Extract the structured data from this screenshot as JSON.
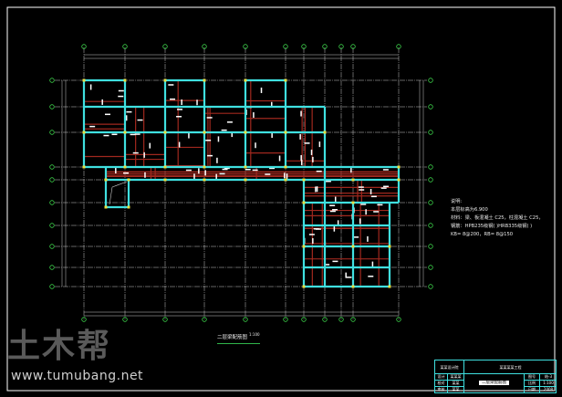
{
  "drawing": {
    "caption": "二层梁配筋图",
    "caption_scale": "1:100",
    "notes": [
      "说明:",
      "本层标高为6.900",
      "材料：梁、板混凝土 C25，柱混凝土 C25，",
      "钢筋：HPB235级钢( )HRB335级钢( )",
      "KB= 8@200，RB= 8@150"
    ],
    "colors": {
      "beam_outline": "#3fe0e0",
      "rebar": "#a0281e",
      "grid": "#c8c8c8",
      "axis_bubble": "#3cd24a",
      "column": "#e8e040"
    }
  },
  "title_block": {
    "company": "某某设计院",
    "project": "某某某某工程",
    "drawing_name": "二层梁配筋图",
    "rows": [
      {
        "label": "设计",
        "value": "某某某"
      },
      {
        "label": "校对",
        "value": "某某"
      },
      {
        "label": "审核",
        "value": "某某"
      }
    ],
    "right_rows": [
      {
        "label": "图号",
        "value": "结-3"
      },
      {
        "label": "比例",
        "value": "1:100"
      },
      {
        "label": "日期",
        "value": "2008"
      }
    ]
  },
  "watermark": {
    "logo": "土木帮",
    "url": "www.tumubang.net"
  }
}
